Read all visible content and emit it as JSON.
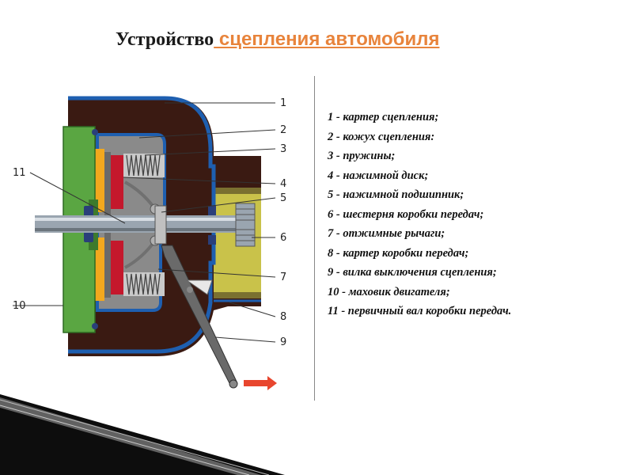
{
  "slide": {
    "title_part1": "Устройство",
    "title_part2": " сцепления автомобиля"
  },
  "diagram": {
    "callouts": [
      "1",
      "2",
      "3",
      "4",
      "5",
      "6",
      "7",
      "8",
      "9",
      "10",
      "11"
    ],
    "colors": {
      "housing": "#3a1a12",
      "cover": "#1e5fb0",
      "flywheel": "#5aa642",
      "friction": "#f2a81e",
      "pressure": "#c4182c",
      "shaft": "#9aa5b0",
      "gearbox": "#c9c24a",
      "arrow": "#e8462e"
    }
  },
  "legend": [
    "1 - картер сцепления;",
    "2 - кожух сцепления:",
    "3 - пружины;",
    "4 - нажимной диск;",
    "5 - нажимной подшипник;",
    "6 - шестерня коробки передач;",
    "7 - отжимные рычаги;",
    "8 - картер коробки передач;",
    "9 - вилка выключения сцепления;",
    "10 - маховик двигателя;",
    "11 - первичный вал коробки передач."
  ]
}
